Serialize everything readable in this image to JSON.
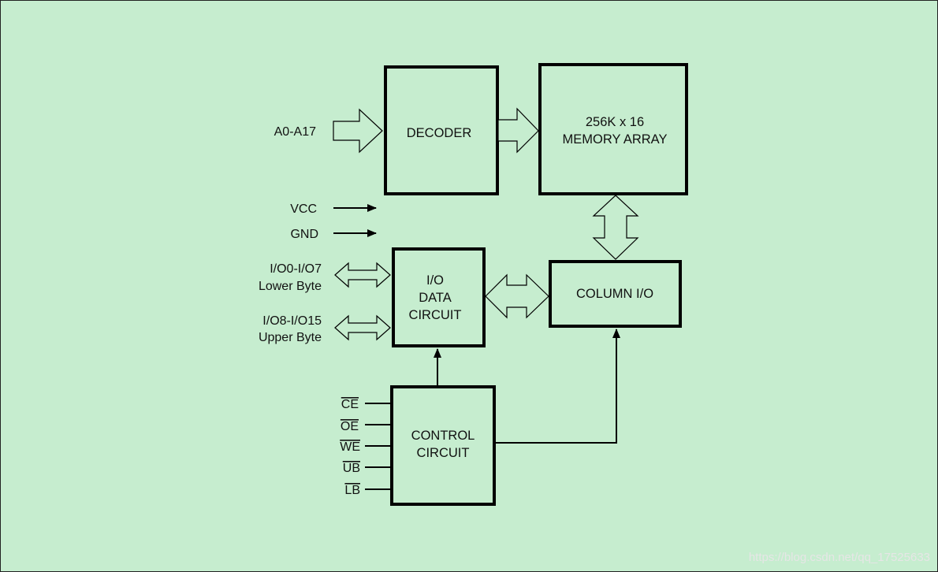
{
  "blocks": {
    "decoder": "DECODER",
    "memory_line1": "256K x 16",
    "memory_line2": "MEMORY ARRAY",
    "column_io": "COLUMN I/O",
    "io_line1": "I/O",
    "io_line2": "DATA",
    "io_line3": "CIRCUIT",
    "control_line1": "CONTROL",
    "control_line2": "CIRCUIT"
  },
  "signals": {
    "address": "A0-A17",
    "vcc": "VCC",
    "gnd": "GND",
    "io_low_line1": "I/O0-I/O7",
    "io_low_line2": "Lower Byte",
    "io_high_line1": "I/O8-I/O15",
    "io_high_line2": "Upper Byte"
  },
  "control_inputs": [
    "CE",
    "OE",
    "WE",
    "UB",
    "LB"
  ],
  "watermark": "https://blog.csdn.net/qq_17525633"
}
